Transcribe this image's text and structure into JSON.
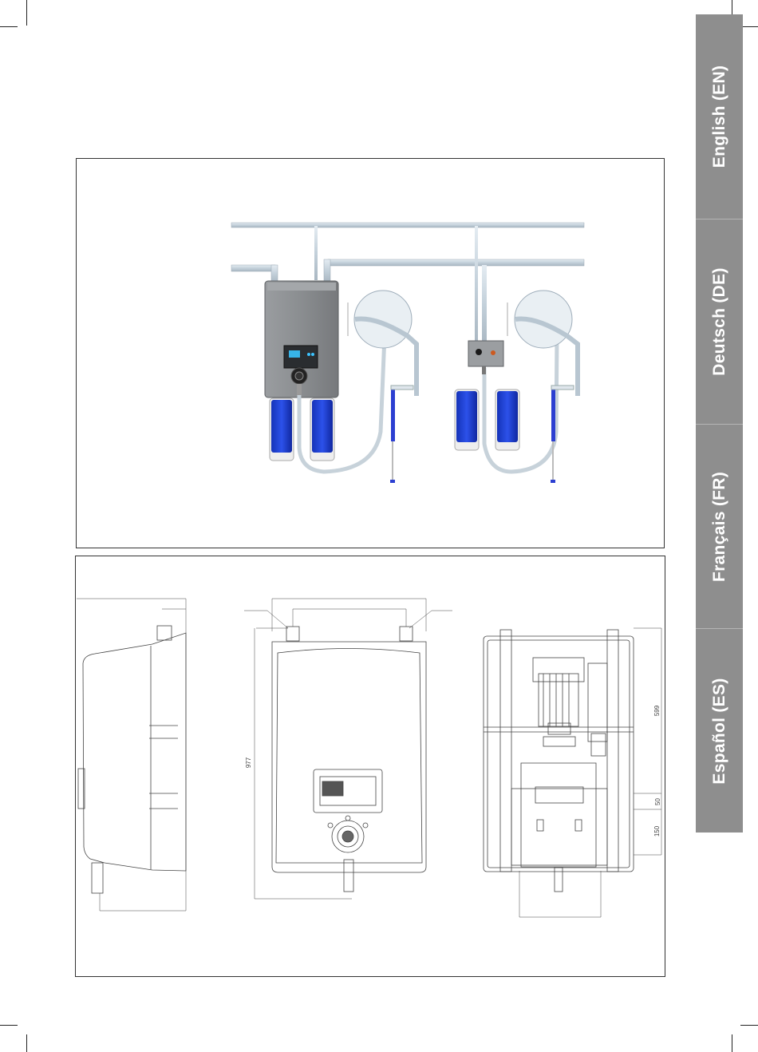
{
  "language_tabs": [
    {
      "label": "English (EN)"
    },
    {
      "label": "Deutsch (DE)"
    },
    {
      "label": "Français (FR)"
    },
    {
      "label": "Español (ES)"
    }
  ],
  "dimensions": {
    "front_height": "977",
    "rear_upper": "599",
    "rear_mid": "50",
    "rear_lower": "150"
  },
  "colors": {
    "tab_background": "#8e8e8e",
    "tab_text": "#ffffff",
    "unit_gray": "#8a8d90",
    "pipe_blue": "#c9d6e0",
    "accent_blue": "#1c3fd6"
  }
}
